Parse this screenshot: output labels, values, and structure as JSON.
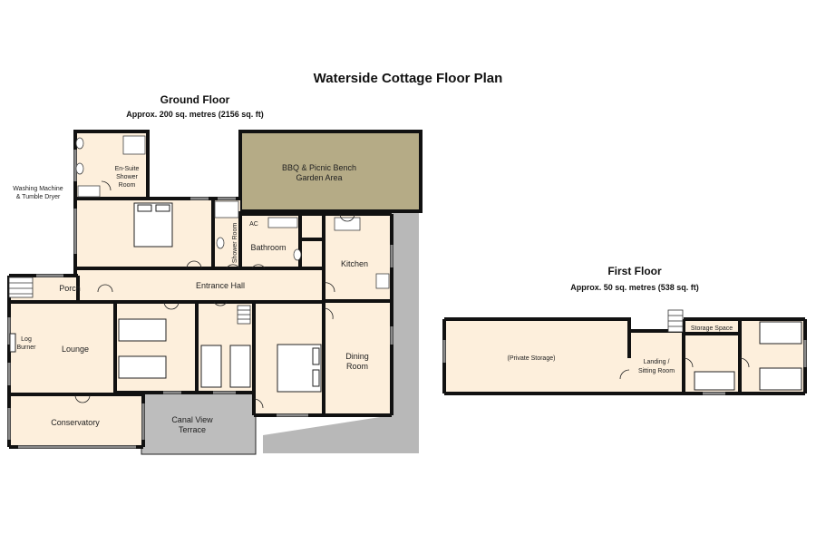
{
  "title": "Waterside Cottage Floor Plan",
  "ground_floor": {
    "heading": "Ground Floor",
    "area": "Approx. 200 sq. metres (2156 sq. ft)",
    "rooms": {
      "bbq_1": "BBQ & Picnic Bench",
      "bbq_2": "Garden Area",
      "ensuite_1": "En-Suite",
      "ensuite_2": "Shower",
      "ensuite_3": "Room",
      "washing_1": "Washing Machine",
      "washing_2": "& Tumble Dryer",
      "shower_room": "Shower Room",
      "ac": "AC",
      "bathroom": "Bathroom",
      "kitchen": "Kitchen",
      "porch": "Porch",
      "entrance_hall": "Entrance Hall",
      "log_1": "Log",
      "log_2": "Burner",
      "lounge": "Lounge",
      "dining_1": "Dining",
      "dining_2": "Room",
      "conservatory": "Conservatory",
      "terrace_1": "Canal View",
      "terrace_2": "Terrace"
    }
  },
  "first_floor": {
    "heading": "First Floor",
    "area": "Approx. 50 sq. metres (538 sq. ft)",
    "rooms": {
      "private_storage": "(Private Storage)",
      "landing_1": "Landing /",
      "landing_2": "Sitting Room",
      "storage_space": "Storage Space"
    }
  },
  "colors": {
    "wall": "#111111",
    "floor": "#fdefdc",
    "garden": "#b5ab86",
    "terrace": "#bdbdbd",
    "path": "#b8b8b8",
    "bed": "#ffffff"
  }
}
